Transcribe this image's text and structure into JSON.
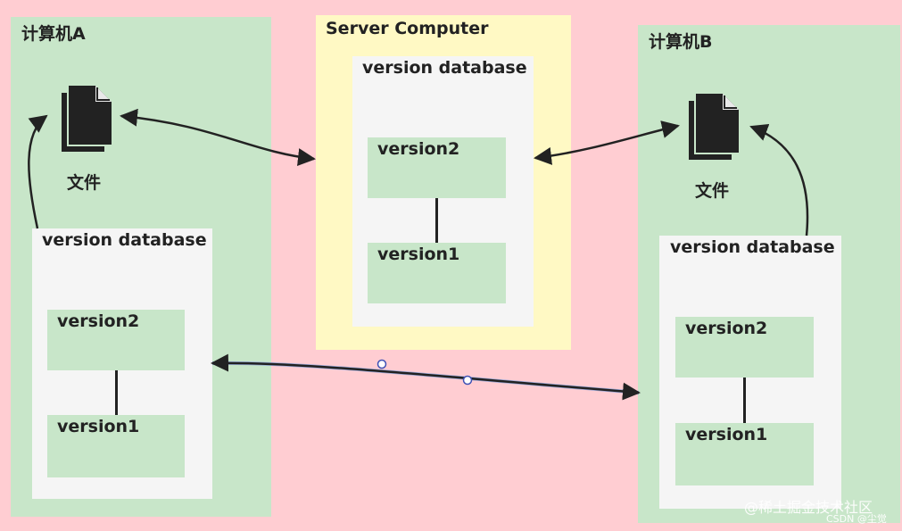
{
  "computer_a": {
    "title": "计算机A",
    "file_label": "文件",
    "database": {
      "title": "version database",
      "version_top": "version2",
      "version_bottom": "version1"
    }
  },
  "server": {
    "title": "Server Computer",
    "database": {
      "title": "version database",
      "version_top": "version2",
      "version_bottom": "version1"
    }
  },
  "computer_b": {
    "title": "计算机B",
    "file_label": "文件",
    "database": {
      "title": "version database",
      "version_top": "version2",
      "version_bottom": "version1"
    }
  },
  "watermark": {
    "main": "@稀土掘金技术社区",
    "sub": "CSDN @尘觉"
  },
  "colors": {
    "background": "#ffcdd2",
    "computer_panel": "#c8e6c9",
    "server_panel": "#fff9c4",
    "database_box": "#f5f5f5",
    "version_box": "#c8e6c9",
    "arrow": "#222222"
  },
  "icons": {
    "file": "document-icon"
  }
}
